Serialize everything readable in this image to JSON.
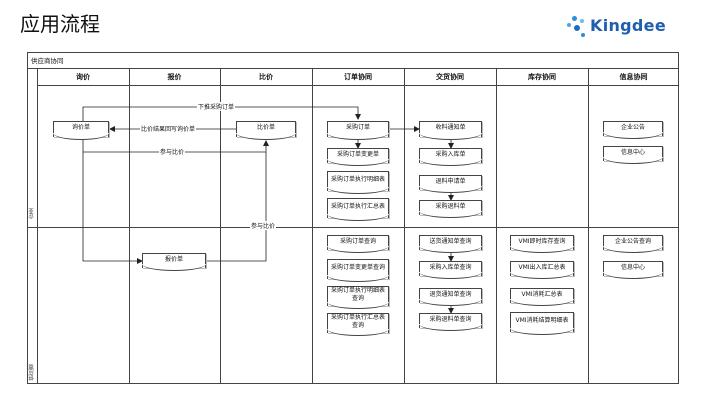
{
  "page": {
    "title": "应用流程",
    "brand": "Kingdee"
  },
  "diagram": {
    "frame_title": "供应商协同",
    "columns": [
      "询价",
      "报价",
      "比价",
      "订单协同",
      "交货协同",
      "库存协同",
      "信息协同"
    ],
    "lanes": [
      "企业",
      "供应商"
    ],
    "nodes": {
      "inquiry_sheet": "询价单",
      "compare_sheet": "比价单",
      "quote_sheet": "报价单",
      "po": "采购订单",
      "po_change": "采购订单变更单",
      "po_exec_detail": "采购订单执行明细表",
      "po_exec_summary": "采购订单执行汇总表",
      "receipt_notice": "收料通知单",
      "purchase_receipt": "采购入库单",
      "return_request": "退料申请单",
      "purchase_return": "采购退料单",
      "ent_notice": "企业公告",
      "ent_msg_center": "信息中心",
      "po_query": "采购订单查询",
      "po_change_query": "采购订单变更单查询",
      "po_exec_detail_query": "采购订单执行明细表查询",
      "po_exec_summary_query": "采购订单执行汇总表查询",
      "delivery_notice_query": "送货通知单查询",
      "receipt_query": "采购入库单查询",
      "return_notice_query": "退货通知单查询",
      "return_query": "采购退料单查询",
      "vmi_stock_query": "VMI即时库存查询",
      "vmi_out_summary": "VMI出入库汇总表",
      "vmi_consume_summary": "VMI消耗汇总表",
      "vmi_settle_detail": "VMI消耗结算明细表",
      "sup_notice_query": "企业公告查询",
      "sup_msg_center": "信息中心"
    },
    "edge_labels": {
      "place_order": "下推采购订单",
      "writeback": "比价结果回写询价单",
      "join_compare_1": "参与比价",
      "join_compare_2": "参与比价"
    }
  }
}
